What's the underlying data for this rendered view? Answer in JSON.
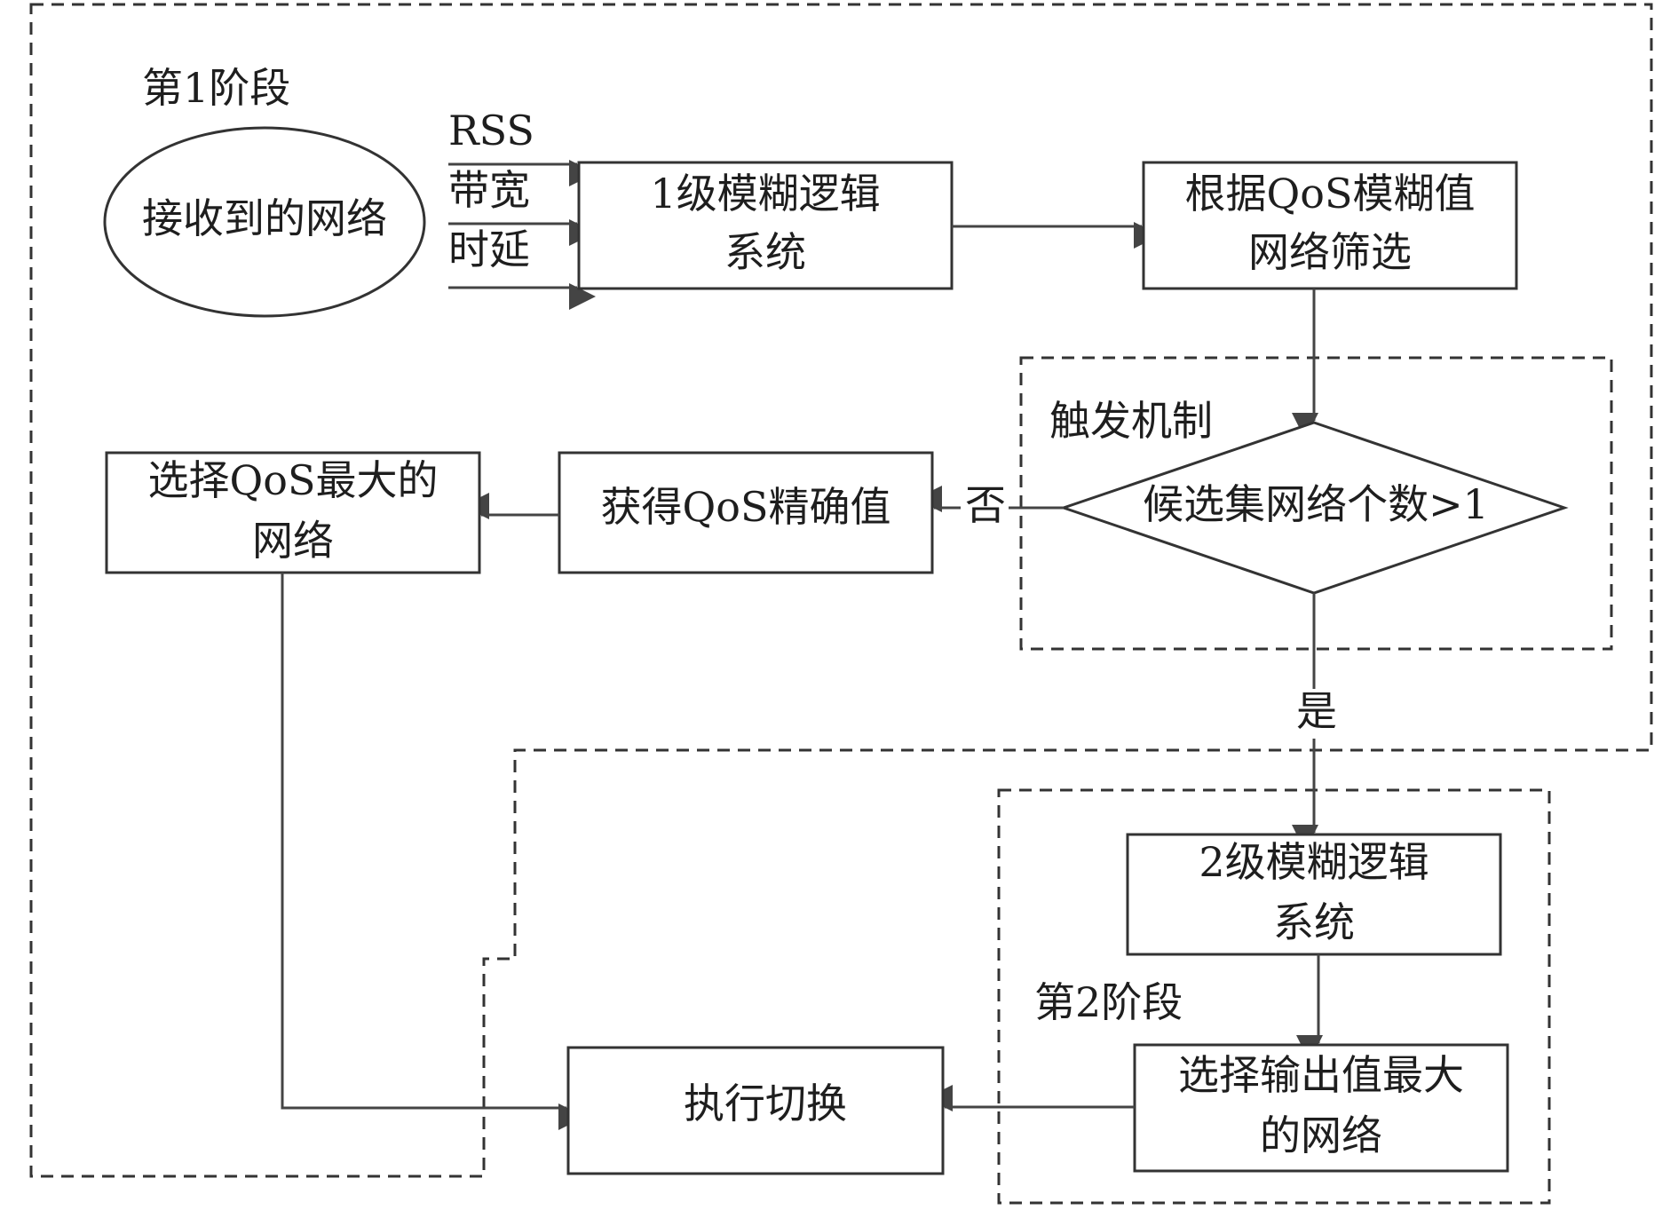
{
  "colors": {
    "stroke": "#333333",
    "arrow": "#444444",
    "text": "#1e1e1e",
    "background": "#ffffff"
  },
  "diagram": {
    "stage1_label": "第1阶段",
    "stage2_label": "第2阶段",
    "trigger_label": "触发机制",
    "networks_ellipse": "接收到的网络",
    "inputs": [
      "RSS",
      "带宽",
      "时延"
    ],
    "fuzzy1": [
      "1级模糊逻辑",
      "系统"
    ],
    "qos_filter": [
      "根据QoS模糊值",
      "网络筛选"
    ],
    "decision": "候选集网络个数>1",
    "no_label": "否",
    "yes_label": "是",
    "exact_qos": "获得QoS精确值",
    "select_max_qos": [
      "选择QoS最大的",
      "网络"
    ],
    "fuzzy2": [
      "2级模糊逻辑",
      "系统"
    ],
    "select_max_output": [
      "选择输出值最大",
      "的网络"
    ],
    "execute_handover": "执行切换"
  }
}
